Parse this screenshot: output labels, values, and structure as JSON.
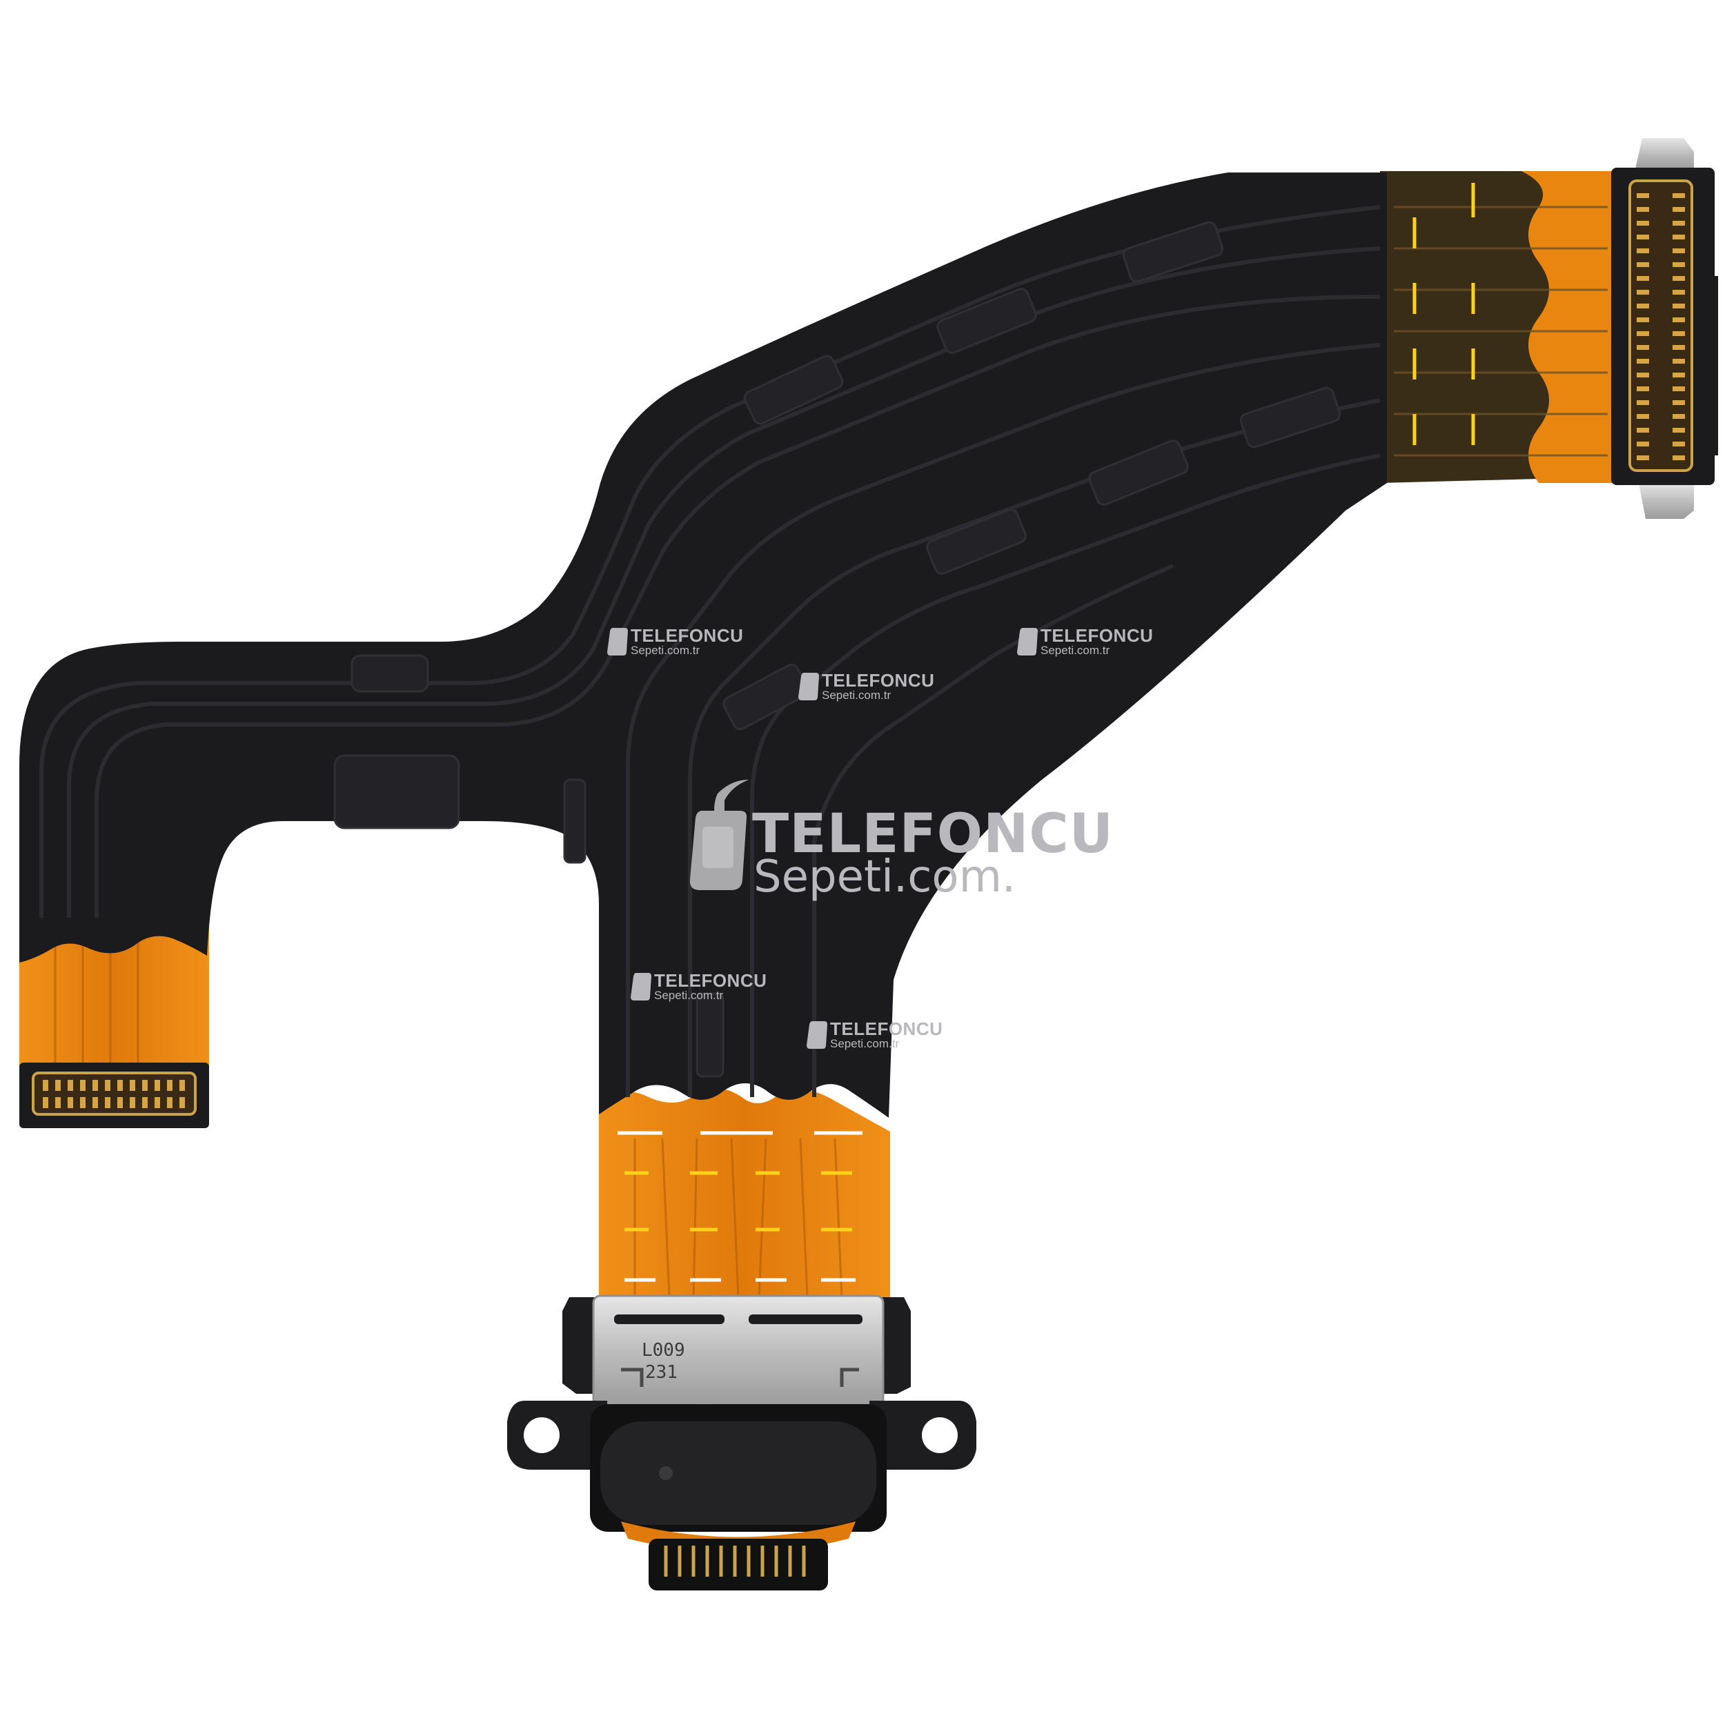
{
  "photo": {
    "background_color": "#ffffff",
    "cable_color": "#1b1b1d",
    "flex_color": "#e8860f",
    "metal_color": "#c9c9c9"
  },
  "port_chip": {
    "line1": "L009",
    "line2": "231"
  },
  "watermark": {
    "brand": "TELEFONCU",
    "domain_small": "Sepeti.com.tr",
    "domain_large": "Sepeti.com.",
    "color": "#b9b9bd"
  }
}
